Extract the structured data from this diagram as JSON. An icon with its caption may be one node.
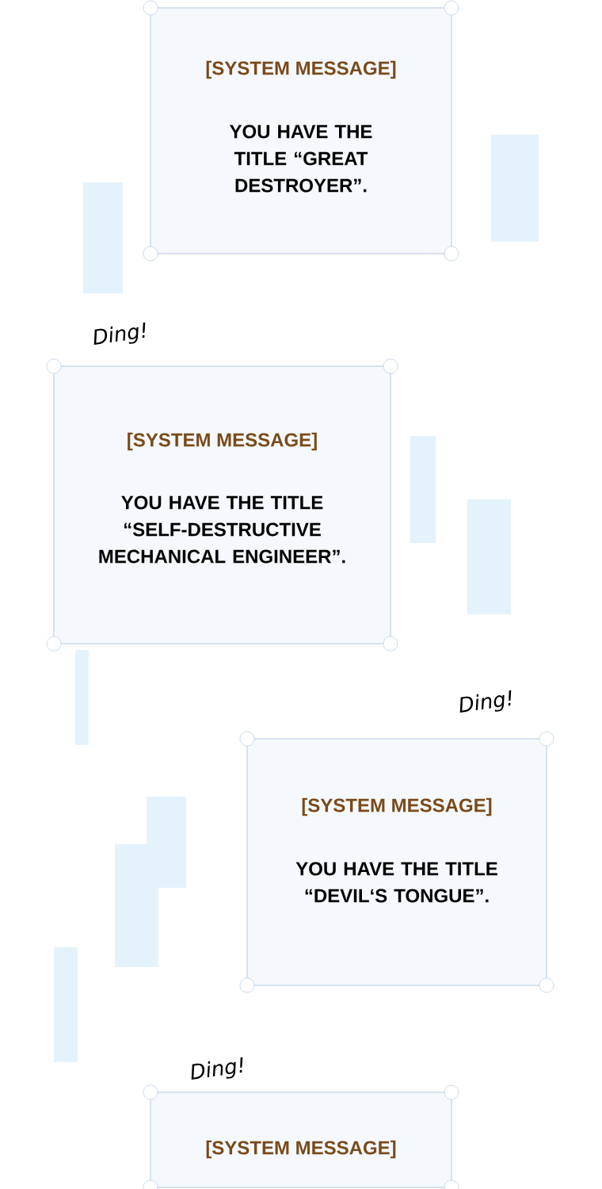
{
  "diagram": {
    "nodes": [
      {
        "text": [
          "[SYSTEM MESSAGE]",
          "YOU HAVE THE TITLE “GREAT DESTROYER”."
        ]
      },
      {
        "text": [
          "[SYSTEM MESSAGE]",
          "YOU HAVE THE TITLE “SELF-DESTRUCTIVE MECHANICAL ENGINEER”."
        ],
        "beside": [
          "Ding!"
        ]
      },
      {
        "text": [
          "[SYSTEM MESSAGE]",
          "YOU HAVE THE TITLE “DEVIL‘S TONGUE”."
        ],
        "beside": [
          "Ding!"
        ]
      },
      {
        "text": [
          "[SYSTEM MESSAGE]"
        ],
        "beside": [
          "Ding!"
        ]
      }
    ]
  }
}
